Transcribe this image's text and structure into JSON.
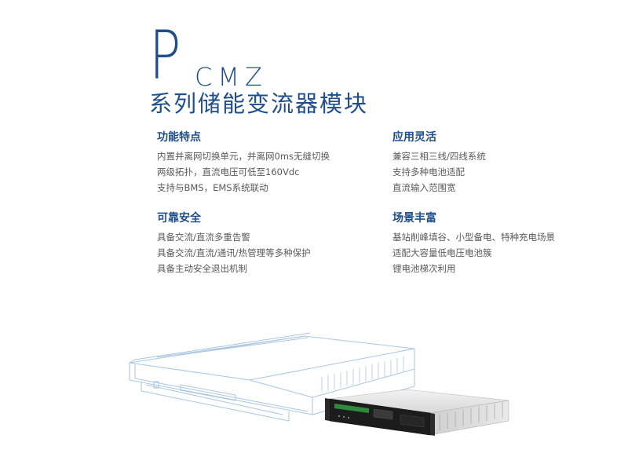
{
  "logo": {
    "letter": "P",
    "suffix": "CMZ"
  },
  "title": "系列储能变流器模块",
  "features": [
    {
      "heading": "功能特点",
      "items": [
        "内置并离网切换单元，并离网0ms无缝切换",
        "两级拓扑，直流电压可低至160Vdc",
        "支持与BMS，EMS系统联动"
      ]
    },
    {
      "heading": "应用灵活",
      "items": [
        "兼容三相三线/四线系统",
        "支持多种电池适配",
        "直流输入范围宽"
      ]
    },
    {
      "heading": "可靠安全",
      "items": [
        "具备交流/直流多重告警",
        "具备交流/直流/通讯/热管理等多种保护",
        "具备主动安全退出机制"
      ]
    },
    {
      "heading": "场景丰富",
      "items": [
        "基站削峰填谷、小型备电、特种充电场景",
        "适配大容量低电压电池簇",
        "锂电池梯次利用"
      ]
    }
  ],
  "colors": {
    "brand": "#1f4e88",
    "text": "#5a5a5a",
    "outline": "#a9c6e0"
  },
  "illustration": {
    "outline": "server-chassis-outline-drawing",
    "product": "pcs-module-photo"
  }
}
